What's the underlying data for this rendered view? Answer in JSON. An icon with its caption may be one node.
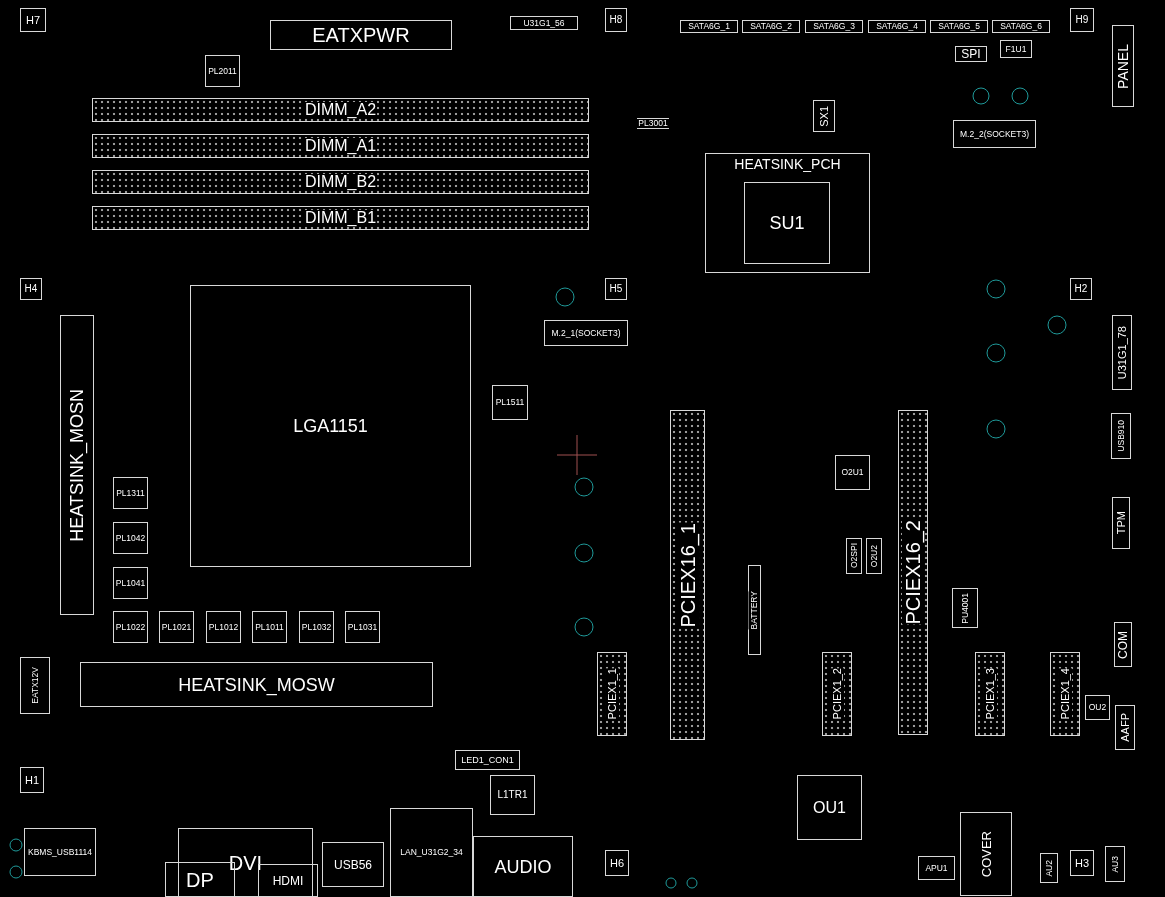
{
  "diagram": {
    "nodes": [
      {
        "text": [
          "H7"
        ]
      },
      {
        "text": [
          "EATXPWR"
        ]
      },
      {
        "text": [
          "U31G1_56"
        ]
      },
      {
        "text": [
          "H8"
        ]
      },
      {
        "text": [
          "SATA6G_1"
        ]
      },
      {
        "text": [
          "SATA6G_2"
        ]
      },
      {
        "text": [
          "SATA6G_3"
        ]
      },
      {
        "text": [
          "SATA6G_4"
        ]
      },
      {
        "text": [
          "SATA6G_5"
        ]
      },
      {
        "text": [
          "SATA6G_6"
        ]
      },
      {
        "text": [
          "H9"
        ]
      },
      {
        "text": [
          "PL2011"
        ]
      },
      {
        "text": [
          "DIMM_A2"
        ]
      },
      {
        "text": [
          "DIMM_A1"
        ]
      },
      {
        "text": [
          "DIMM_B2"
        ]
      },
      {
        "text": [
          "DIMM_B1"
        ]
      },
      {
        "text": [
          "PL3001"
        ]
      },
      {
        "text": [
          "SX1"
        ]
      },
      {
        "text": [
          "SPI"
        ]
      },
      {
        "text": [
          "F1U1"
        ]
      },
      {
        "text": [
          "PANEL"
        ]
      },
      {
        "text": [
          "M.2_2(SOCKET3)"
        ]
      },
      {
        "text": [
          "HEATSINK_PCH"
        ]
      },
      {
        "text": [
          "SU1"
        ],
        "in": 22
      },
      {
        "text": [
          "H4"
        ]
      },
      {
        "text": [
          "H5"
        ]
      },
      {
        "text": [
          "H2"
        ]
      },
      {
        "text": [
          "M.2_1(SOCKET3)"
        ]
      },
      {
        "text": [
          "PL1511"
        ]
      },
      {
        "text": [
          "LGA1151"
        ]
      },
      {
        "text": [
          "HEATSINK_MOSN"
        ]
      },
      {
        "text": [
          "PL1311"
        ]
      },
      {
        "text": [
          "PL1042"
        ]
      },
      {
        "text": [
          "PL1041"
        ]
      },
      {
        "text": [
          "PL1022"
        ]
      },
      {
        "text": [
          "PL1021"
        ]
      },
      {
        "text": [
          "PL1012"
        ]
      },
      {
        "text": [
          "PL1011"
        ]
      },
      {
        "text": [
          "PL1032"
        ]
      },
      {
        "text": [
          "PL1031"
        ]
      },
      {
        "text": [
          "EATX12V"
        ]
      },
      {
        "text": [
          "HEATSINK_MOSW"
        ]
      },
      {
        "text": [
          "PCIEX16_1"
        ]
      },
      {
        "text": [
          "BATTERY"
        ]
      },
      {
        "text": [
          "O2U1"
        ]
      },
      {
        "text": [
          "PCIEX16_2"
        ]
      },
      {
        "text": [
          "U31G1_78"
        ]
      },
      {
        "text": [
          "USB910"
        ]
      },
      {
        "text": [
          "TPM"
        ]
      },
      {
        "text": [
          "O2SPI"
        ]
      },
      {
        "text": [
          "O2U2"
        ]
      },
      {
        "text": [
          "PU4001"
        ]
      },
      {
        "text": [
          "COM"
        ]
      },
      {
        "text": [
          "PCIEX1_1"
        ]
      },
      {
        "text": [
          "PCIEX1_2"
        ]
      },
      {
        "text": [
          "PCIEX1_3"
        ]
      },
      {
        "text": [
          "PCIEX1_4"
        ]
      },
      {
        "text": [
          "OU2"
        ]
      },
      {
        "text": [
          "AAFP"
        ]
      },
      {
        "text": [
          "LED1_CON1"
        ]
      },
      {
        "text": [
          "L1TR1"
        ]
      },
      {
        "text": [
          "OU1"
        ]
      },
      {
        "text": [
          "H1"
        ]
      },
      {
        "text": [
          "H6"
        ]
      },
      {
        "text": [
          "H3"
        ]
      },
      {
        "text": [
          "KBMS_USB1114"
        ]
      },
      {
        "text": [
          "DVI"
        ]
      },
      {
        "text": [
          "DP"
        ]
      },
      {
        "text": [
          "HDMI"
        ]
      },
      {
        "text": [
          "USB56"
        ]
      },
      {
        "text": [
          "LAN_U31G2_34"
        ]
      },
      {
        "text": [
          "AUDIO"
        ]
      },
      {
        "text": [
          "COVER"
        ]
      },
      {
        "text": [
          "APU1"
        ]
      },
      {
        "text": [
          "AU2"
        ]
      },
      {
        "text": [
          "AU3"
        ]
      }
    ]
  }
}
